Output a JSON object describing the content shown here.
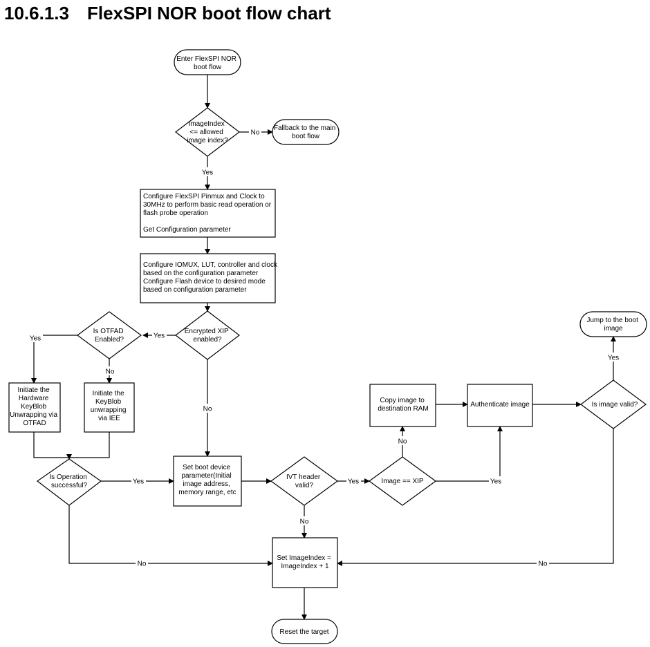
{
  "title": {
    "number": "10.6.1.3",
    "text": "FlexSPI NOR boot flow chart"
  },
  "nodes": {
    "start": [
      "Enter FlexSPI NOR",
      "boot flow"
    ],
    "check_index": [
      "ImageIndex",
      "<= allowed",
      "image index?"
    ],
    "fallback": [
      "Fallback to the main",
      "boot flow"
    ],
    "configure_flexspi": [
      "Configure FlexSPI Pinmux and Clock to",
      "30MHz to perform basic read operation or",
      "flash probe operation",
      "",
      "Get Configuration parameter"
    ],
    "configure_iomux": [
      "Configure IOMUX, LUT, controller and clock",
      "based on the configuration parameter",
      "Configure Flash device to desired mode",
      "based on configuration parameter"
    ],
    "encrypted_xip": [
      "Encrypted XIP",
      "enabled?"
    ],
    "is_otfad": [
      "Is OTFAD",
      "Enabled?"
    ],
    "hw_keyblob": [
      "Initiate the",
      "Hardware",
      "KeyBlob",
      "Unwrapping via",
      "OTFAD"
    ],
    "iee_keyblob": [
      "Initiate the",
      "KeyBlob",
      "unwrapping",
      "via IEE"
    ],
    "op_success": [
      "Is Operation",
      "successful?"
    ],
    "set_boot_param": [
      "Set boot device",
      "parameter(Initial",
      "image address,",
      "memory range, etc"
    ],
    "ivt_valid": [
      "IVT header",
      "valid?"
    ],
    "image_xip": [
      "Image == XIP"
    ],
    "copy_image": [
      "Copy image to",
      "destination RAM"
    ],
    "authenticate": [
      "Authenticate image"
    ],
    "image_valid": [
      "Is image valid?"
    ],
    "jump_boot": [
      "Jump to the boot",
      "image"
    ],
    "set_index": [
      "Set ImageIndex =",
      "ImageIndex + 1"
    ],
    "reset": [
      "Reset the target"
    ]
  },
  "edge_labels": {
    "yes": "Yes",
    "no": "No"
  }
}
